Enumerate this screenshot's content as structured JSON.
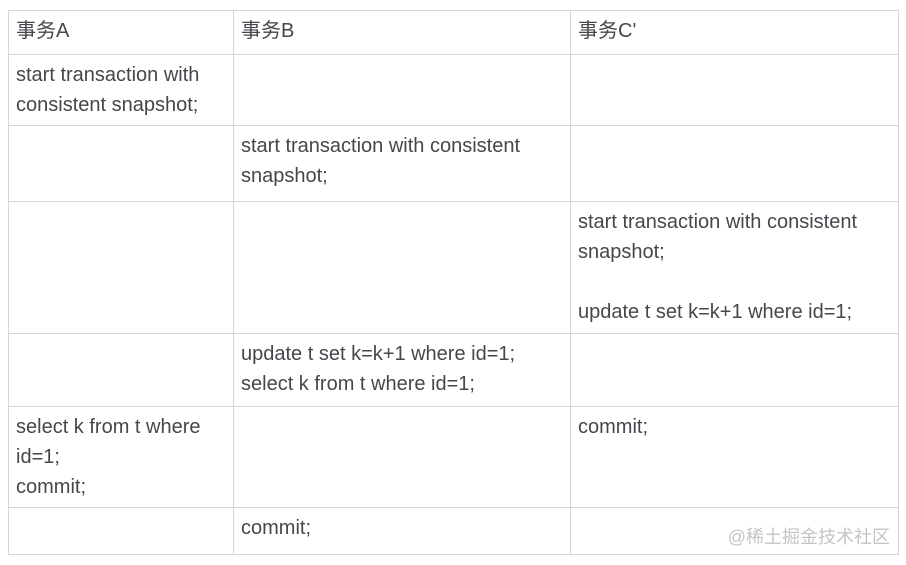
{
  "table": {
    "columns": [
      {
        "label": "事务A"
      },
      {
        "label": "事务B"
      },
      {
        "label": "事务C'"
      }
    ],
    "rows": [
      {
        "a": "start transaction with consistent snapshot;",
        "b": "",
        "c": ""
      },
      {
        "a": "",
        "b": "start transaction with consistent snapshot;",
        "c": ""
      },
      {
        "a": "",
        "b": "",
        "c": "start transaction with consistent snapshot;\n\nupdate t set k=k+1 where id=1;"
      },
      {
        "a": "",
        "b": "update t set k=k+1 where id=1;\nselect k from t where id=1;",
        "c": ""
      },
      {
        "a": "select k from t where id=1;\ncommit;",
        "b": "",
        "c": "commit;"
      },
      {
        "a": "",
        "b": "commit;",
        "c": ""
      }
    ]
  },
  "watermark": {
    "label": "@稀土掘金技术社区"
  },
  "colors": {
    "text": "#45474c",
    "border": "#d6d6d6",
    "watermark": "#c5c5c8",
    "background": "#ffffff"
  }
}
